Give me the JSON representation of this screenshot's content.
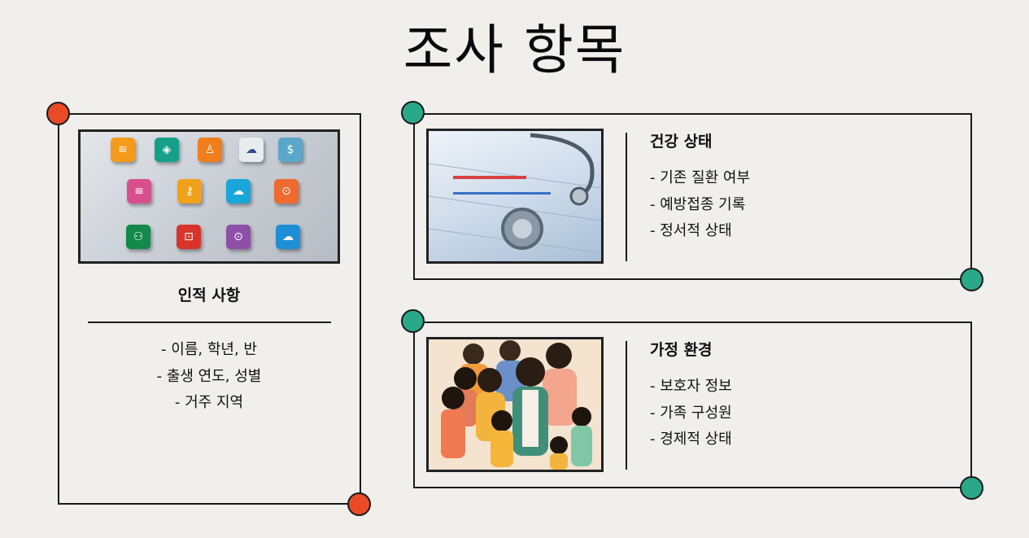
{
  "page": {
    "title": "조사 항목"
  },
  "cards": {
    "personal": {
      "heading": "인적 사항",
      "items": [
        "- 이름, 학년, 반",
        "- 출생 연도, 성별",
        "- 거주 지역"
      ]
    },
    "health": {
      "heading": "건강 상태",
      "items": [
        "- 기존 질환 여부",
        "- 예방접종 기록",
        "- 정서적 상태"
      ]
    },
    "family": {
      "heading": "가정 환경",
      "items": [
        "- 보호자 정보",
        "- 가족 구성원",
        "- 경제적 상태"
      ]
    }
  },
  "icons": [
    {
      "name": "wifi-icon",
      "color": "#f59a1b"
    },
    {
      "name": "shield-icon",
      "color": "#16a08a"
    },
    {
      "name": "person-icon",
      "color": "#f07e1c"
    },
    {
      "name": "cloud-icon",
      "color": "#e9ecef"
    },
    {
      "name": "dollar-icon",
      "color": "#5aa7c9"
    },
    {
      "name": "list-icon",
      "color": "#d94f8e"
    },
    {
      "name": "key-icon",
      "color": "#f2a21a"
    },
    {
      "name": "cloud-blue-icon",
      "color": "#1ba6d9"
    },
    {
      "name": "location-icon",
      "color": "#ee6a2e"
    },
    {
      "name": "people-icon",
      "color": "#138a4a"
    },
    {
      "name": "lock-icon",
      "color": "#d9342b"
    },
    {
      "name": "location-purple-icon",
      "color": "#8e4fa8"
    },
    {
      "name": "cloud-upload-icon",
      "color": "#1e8fd6"
    }
  ],
  "colors": {
    "accent_red": "#ea4a26",
    "accent_green": "#2aa88a",
    "background": "#f0efeb"
  }
}
